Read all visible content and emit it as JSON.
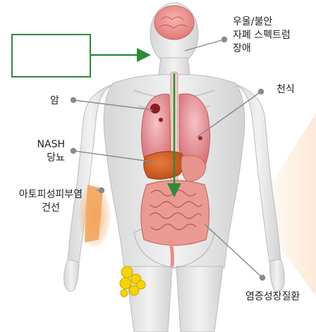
{
  "labels": {
    "brain": [
      "우울/불안",
      "자폐 스펙트럼",
      "장애"
    ],
    "cancer": [
      "암"
    ],
    "asthma": [
      "천식"
    ],
    "nash": [
      "NASH",
      "당뇨"
    ],
    "skin": [
      "아토피성피부염",
      "건선"
    ],
    "ibd": [
      "염증성장질환"
    ]
  },
  "colors": {
    "arrow": "#2e8b3a",
    "leader": "#8a8a8a",
    "pill_blue": "#2a9fd0",
    "pill_orange": "#e8772b",
    "skin_highlight": "#f2a25a",
    "fat_cells": "#f5d400",
    "organ_red": "#d9534f",
    "brain": "#f08c8c"
  },
  "icons": {
    "pill": "capsule-pill-icon"
  }
}
